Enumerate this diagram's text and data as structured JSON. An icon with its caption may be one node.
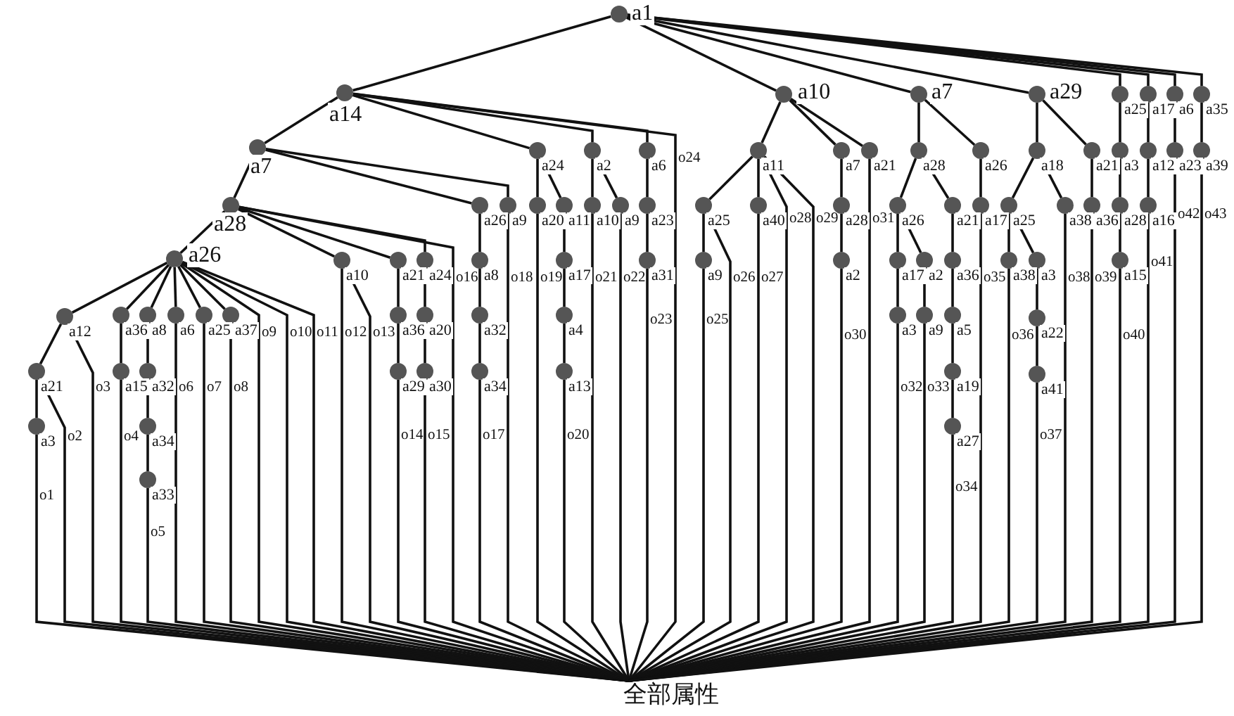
{
  "diagram": {
    "nodes": [
      {
        "text": [
          "a1"
        ]
      },
      {
        "text": [
          "a14"
        ]
      },
      {
        "text": [
          "a10"
        ]
      },
      {
        "text": [
          "a7"
        ]
      },
      {
        "text": [
          "a29"
        ]
      },
      {
        "text": [
          "a25"
        ]
      },
      {
        "text": [
          "a17"
        ]
      },
      {
        "text": [
          "a6"
        ]
      },
      {
        "text": [
          "a35"
        ]
      },
      {
        "text": [
          "a7"
        ]
      },
      {
        "text": [
          "a24"
        ]
      },
      {
        "text": [
          "a2"
        ]
      },
      {
        "text": [
          "a6"
        ]
      },
      {
        "text": [
          "a11"
        ]
      },
      {
        "text": [
          "a7"
        ]
      },
      {
        "text": [
          "a21"
        ]
      },
      {
        "text": [
          "a28"
        ]
      },
      {
        "text": [
          "a26"
        ]
      },
      {
        "text": [
          "a18"
        ]
      },
      {
        "text": [
          "a21"
        ]
      },
      {
        "text": [
          "a3"
        ]
      },
      {
        "text": [
          "a12"
        ]
      },
      {
        "text": [
          "a23"
        ]
      },
      {
        "text": [
          "a39"
        ]
      },
      {
        "text": [
          "a28"
        ]
      },
      {
        "text": [
          "a26"
        ]
      },
      {
        "text": [
          "a9"
        ]
      },
      {
        "text": [
          "a20"
        ]
      },
      {
        "text": [
          "a11"
        ]
      },
      {
        "text": [
          "a10"
        ]
      },
      {
        "text": [
          "a9"
        ]
      },
      {
        "text": [
          "a23"
        ]
      },
      {
        "text": [
          "a25"
        ]
      },
      {
        "text": [
          "a40"
        ]
      },
      {
        "text": [
          "a28"
        ]
      },
      {
        "text": [
          "a26"
        ]
      },
      {
        "text": [
          "a21"
        ]
      },
      {
        "text": [
          "a17"
        ]
      },
      {
        "text": [
          "a25"
        ]
      },
      {
        "text": [
          "a38"
        ]
      },
      {
        "text": [
          "a36"
        ]
      },
      {
        "text": [
          "a28"
        ]
      },
      {
        "text": [
          "a16"
        ]
      },
      {
        "text": [
          "a26"
        ]
      },
      {
        "text": [
          "a10"
        ]
      },
      {
        "text": [
          "a21"
        ]
      },
      {
        "text": [
          "a24"
        ]
      },
      {
        "text": [
          "a8"
        ]
      },
      {
        "text": [
          "a17"
        ]
      },
      {
        "text": [
          "a31"
        ]
      },
      {
        "text": [
          "a9"
        ]
      },
      {
        "text": [
          "a2"
        ]
      },
      {
        "text": [
          "a17"
        ]
      },
      {
        "text": [
          "a2"
        ]
      },
      {
        "text": [
          "a36"
        ]
      },
      {
        "text": [
          "a38"
        ]
      },
      {
        "text": [
          "a3"
        ]
      },
      {
        "text": [
          "a15"
        ]
      },
      {
        "text": [
          "a12"
        ]
      },
      {
        "text": [
          "a36"
        ]
      },
      {
        "text": [
          "a8"
        ]
      },
      {
        "text": [
          "a6"
        ]
      },
      {
        "text": [
          "a25"
        ]
      },
      {
        "text": [
          "a37"
        ]
      },
      {
        "text": [
          "a36"
        ]
      },
      {
        "text": [
          "a20"
        ]
      },
      {
        "text": [
          "a32"
        ]
      },
      {
        "text": [
          "a4"
        ]
      },
      {
        "text": [
          "a3"
        ]
      },
      {
        "text": [
          "a9"
        ]
      },
      {
        "text": [
          "a5"
        ]
      },
      {
        "text": [
          "a22"
        ]
      },
      {
        "text": [
          "a21"
        ]
      },
      {
        "text": [
          "a15"
        ]
      },
      {
        "text": [
          "a32"
        ]
      },
      {
        "text": [
          "a29"
        ]
      },
      {
        "text": [
          "a30"
        ]
      },
      {
        "text": [
          "a34"
        ]
      },
      {
        "text": [
          "a13"
        ]
      },
      {
        "text": [
          "a19"
        ]
      },
      {
        "text": [
          "a41"
        ]
      },
      {
        "text": [
          "a3"
        ]
      },
      {
        "text": [
          "a34"
        ]
      },
      {
        "text": [
          "a27"
        ]
      },
      {
        "text": [
          "a33"
        ]
      },
      {
        "text": [
          "全部属性"
        ]
      }
    ],
    "edges": [
      {
        "from": 0,
        "to": 1,
        "arrow": "none"
      },
      {
        "from": 0,
        "to": 2,
        "arrow": "none"
      },
      {
        "from": 0,
        "to": 3,
        "arrow": "none"
      },
      {
        "from": 0,
        "to": 4,
        "arrow": "none"
      },
      {
        "from": 0,
        "to": 5,
        "arrow": "none"
      },
      {
        "from": 0,
        "to": 6,
        "arrow": "none"
      },
      {
        "from": 0,
        "to": 7,
        "arrow": "none"
      },
      {
        "from": 0,
        "to": 8,
        "arrow": "none"
      },
      {
        "from": 1,
        "to": 9,
        "arrow": "none"
      },
      {
        "from": 1,
        "to": 10,
        "arrow": "none"
      },
      {
        "from": 1,
        "to": 11,
        "arrow": "none"
      },
      {
        "from": 1,
        "to": 12,
        "arrow": "none"
      },
      {
        "from": 2,
        "to": 13,
        "arrow": "none"
      },
      {
        "from": 2,
        "to": 14,
        "arrow": "none"
      },
      {
        "from": 2,
        "to": 15,
        "arrow": "none"
      },
      {
        "from": 3,
        "to": 16,
        "arrow": "none"
      },
      {
        "from": 3,
        "to": 17,
        "arrow": "none"
      },
      {
        "from": 4,
        "to": 18,
        "arrow": "none"
      },
      {
        "from": 4,
        "to": 19,
        "arrow": "none"
      },
      {
        "from": 5,
        "to": 20,
        "arrow": "none"
      },
      {
        "from": 6,
        "to": 21,
        "arrow": "none"
      },
      {
        "from": 7,
        "to": 22,
        "arrow": "none"
      },
      {
        "from": 8,
        "to": 23,
        "arrow": "none"
      },
      {
        "from": 9,
        "to": 24,
        "arrow": "none"
      },
      {
        "from": 9,
        "to": 25,
        "arrow": "none"
      },
      {
        "from": 9,
        "to": 26,
        "arrow": "none"
      },
      {
        "from": 10,
        "to": 27,
        "arrow": "none"
      },
      {
        "from": 10,
        "to": 28,
        "arrow": "none"
      },
      {
        "from": 11,
        "to": 29,
        "arrow": "none"
      },
      {
        "from": 11,
        "to": 30,
        "arrow": "none"
      },
      {
        "from": 12,
        "to": 31,
        "arrow": "none"
      },
      {
        "from": 13,
        "to": 32,
        "arrow": "none"
      },
      {
        "from": 13,
        "to": 33,
        "arrow": "none"
      },
      {
        "from": 14,
        "to": 34,
        "arrow": "none"
      },
      {
        "from": 16,
        "to": 35,
        "arrow": "none"
      },
      {
        "from": 16,
        "to": 36,
        "arrow": "none"
      },
      {
        "from": 17,
        "to": 37,
        "arrow": "none"
      },
      {
        "from": 18,
        "to": 38,
        "arrow": "none"
      },
      {
        "from": 18,
        "to": 39,
        "arrow": "none"
      },
      {
        "from": 19,
        "to": 40,
        "arrow": "none"
      },
      {
        "from": 20,
        "to": 41,
        "arrow": "none"
      },
      {
        "from": 21,
        "to": 42,
        "arrow": "none"
      },
      {
        "from": 24,
        "to": 43,
        "arrow": "none"
      },
      {
        "from": 24,
        "to": 44,
        "arrow": "none"
      },
      {
        "from": 24,
        "to": 45,
        "arrow": "none"
      },
      {
        "from": 24,
        "to": 46,
        "arrow": "none"
      },
      {
        "from": 25,
        "to": 47,
        "arrow": "none"
      },
      {
        "from": 28,
        "to": 48,
        "arrow": "none"
      },
      {
        "from": 31,
        "to": 49,
        "arrow": "none"
      },
      {
        "from": 32,
        "to": 50,
        "arrow": "none"
      },
      {
        "from": 34,
        "to": 51,
        "arrow": "none"
      },
      {
        "from": 35,
        "to": 52,
        "arrow": "none"
      },
      {
        "from": 35,
        "to": 53,
        "arrow": "none"
      },
      {
        "from": 36,
        "to": 54,
        "arrow": "none"
      },
      {
        "from": 38,
        "to": 55,
        "arrow": "none"
      },
      {
        "from": 38,
        "to": 56,
        "arrow": "none"
      },
      {
        "from": 41,
        "to": 57,
        "arrow": "none"
      },
      {
        "from": 43,
        "to": 58,
        "arrow": "none"
      },
      {
        "from": 43,
        "to": 59,
        "arrow": "none"
      },
      {
        "from": 43,
        "to": 60,
        "arrow": "none"
      },
      {
        "from": 43,
        "to": 61,
        "arrow": "none"
      },
      {
        "from": 43,
        "to": 62,
        "arrow": "none"
      },
      {
        "from": 43,
        "to": 63,
        "arrow": "none"
      },
      {
        "from": 45,
        "to": 64,
        "arrow": "none"
      },
      {
        "from": 46,
        "to": 65,
        "arrow": "none"
      },
      {
        "from": 47,
        "to": 66,
        "arrow": "none"
      },
      {
        "from": 48,
        "to": 67,
        "arrow": "none"
      },
      {
        "from": 52,
        "to": 68,
        "arrow": "none"
      },
      {
        "from": 53,
        "to": 69,
        "arrow": "none"
      },
      {
        "from": 54,
        "to": 70,
        "arrow": "none"
      },
      {
        "from": 56,
        "to": 71,
        "arrow": "none"
      },
      {
        "from": 58,
        "to": 72,
        "arrow": "none"
      },
      {
        "from": 59,
        "to": 73,
        "arrow": "none"
      },
      {
        "from": 60,
        "to": 74,
        "arrow": "none"
      },
      {
        "from": 64,
        "to": 75,
        "arrow": "none"
      },
      {
        "from": 65,
        "to": 76,
        "arrow": "none"
      },
      {
        "from": 66,
        "to": 77,
        "arrow": "none"
      },
      {
        "from": 67,
        "to": 78,
        "arrow": "none"
      },
      {
        "from": 70,
        "to": 79,
        "arrow": "none"
      },
      {
        "from": 71,
        "to": 80,
        "arrow": "none"
      },
      {
        "from": 72,
        "to": 81,
        "arrow": "none"
      },
      {
        "from": 74,
        "to": 82,
        "arrow": "none"
      },
      {
        "from": 79,
        "to": 83,
        "arrow": "none"
      },
      {
        "from": 82,
        "to": 84,
        "arrow": "none"
      },
      {
        "from": 81,
        "to": 85,
        "arrow": "none",
        "label": "o1"
      },
      {
        "from": 72,
        "to": 85,
        "arrow": "none",
        "label": "o2"
      },
      {
        "from": 58,
        "to": 85,
        "arrow": "none",
        "label": "o3"
      },
      {
        "from": 73,
        "to": 85,
        "arrow": "none",
        "label": "o4"
      },
      {
        "from": 84,
        "to": 85,
        "arrow": "none",
        "label": "o5"
      },
      {
        "from": 61,
        "to": 85,
        "arrow": "none",
        "label": "o6"
      },
      {
        "from": 62,
        "to": 85,
        "arrow": "none",
        "label": "o7"
      },
      {
        "from": 63,
        "to": 85,
        "arrow": "none",
        "label": "o8"
      },
      {
        "from": 43,
        "to": 85,
        "arrow": "none",
        "label": "o9"
      },
      {
        "from": 43,
        "to": 85,
        "arrow": "none",
        "label": "o10"
      },
      {
        "from": 43,
        "to": 85,
        "arrow": "none",
        "label": "o11"
      },
      {
        "from": 44,
        "to": 85,
        "arrow": "none",
        "label": "o12"
      },
      {
        "from": 44,
        "to": 85,
        "arrow": "none",
        "label": "o13"
      },
      {
        "from": 75,
        "to": 85,
        "arrow": "none",
        "label": "o14"
      },
      {
        "from": 76,
        "to": 85,
        "arrow": "none",
        "label": "o15"
      },
      {
        "from": 24,
        "to": 85,
        "arrow": "none",
        "label": "o16"
      },
      {
        "from": 77,
        "to": 85,
        "arrow": "none",
        "label": "o17"
      },
      {
        "from": 26,
        "to": 85,
        "arrow": "none",
        "label": "o18"
      },
      {
        "from": 27,
        "to": 85,
        "arrow": "none",
        "label": "o19"
      },
      {
        "from": 78,
        "to": 85,
        "arrow": "none",
        "label": "o20"
      },
      {
        "from": 29,
        "to": 85,
        "arrow": "none",
        "label": "o21"
      },
      {
        "from": 30,
        "to": 85,
        "arrow": "none",
        "label": "o22"
      },
      {
        "from": 49,
        "to": 85,
        "arrow": "none",
        "label": "o23"
      },
      {
        "from": 1,
        "to": 85,
        "arrow": "none",
        "label": "o24"
      },
      {
        "from": 50,
        "to": 85,
        "arrow": "none",
        "label": "o25"
      },
      {
        "from": 32,
        "to": 85,
        "arrow": "none",
        "label": "o26"
      },
      {
        "from": 33,
        "to": 85,
        "arrow": "none",
        "label": "o27"
      },
      {
        "from": 13,
        "to": 85,
        "arrow": "none",
        "label": "o28"
      },
      {
        "from": 13,
        "to": 85,
        "arrow": "none",
        "label": "o29"
      },
      {
        "from": 51,
        "to": 85,
        "arrow": "none",
        "label": "o30"
      },
      {
        "from": 15,
        "to": 85,
        "arrow": "none",
        "label": "o31"
      },
      {
        "from": 68,
        "to": 85,
        "arrow": "none",
        "label": "o32"
      },
      {
        "from": 69,
        "to": 85,
        "arrow": "none",
        "label": "o33"
      },
      {
        "from": 83,
        "to": 85,
        "arrow": "none",
        "label": "o34"
      },
      {
        "from": 37,
        "to": 85,
        "arrow": "none",
        "label": "o35"
      },
      {
        "from": 55,
        "to": 85,
        "arrow": "none",
        "label": "o36"
      },
      {
        "from": 80,
        "to": 85,
        "arrow": "none",
        "label": "o37"
      },
      {
        "from": 39,
        "to": 85,
        "arrow": "none",
        "label": "o38"
      },
      {
        "from": 40,
        "to": 85,
        "arrow": "none",
        "label": "o39"
      },
      {
        "from": 57,
        "to": 85,
        "arrow": "none",
        "label": "o40"
      },
      {
        "from": 42,
        "to": 85,
        "arrow": "none",
        "label": "o41"
      },
      {
        "from": 22,
        "to": 85,
        "arrow": "none",
        "label": "o42"
      },
      {
        "from": 23,
        "to": 85,
        "arrow": "none",
        "label": "o43"
      }
    ]
  }
}
